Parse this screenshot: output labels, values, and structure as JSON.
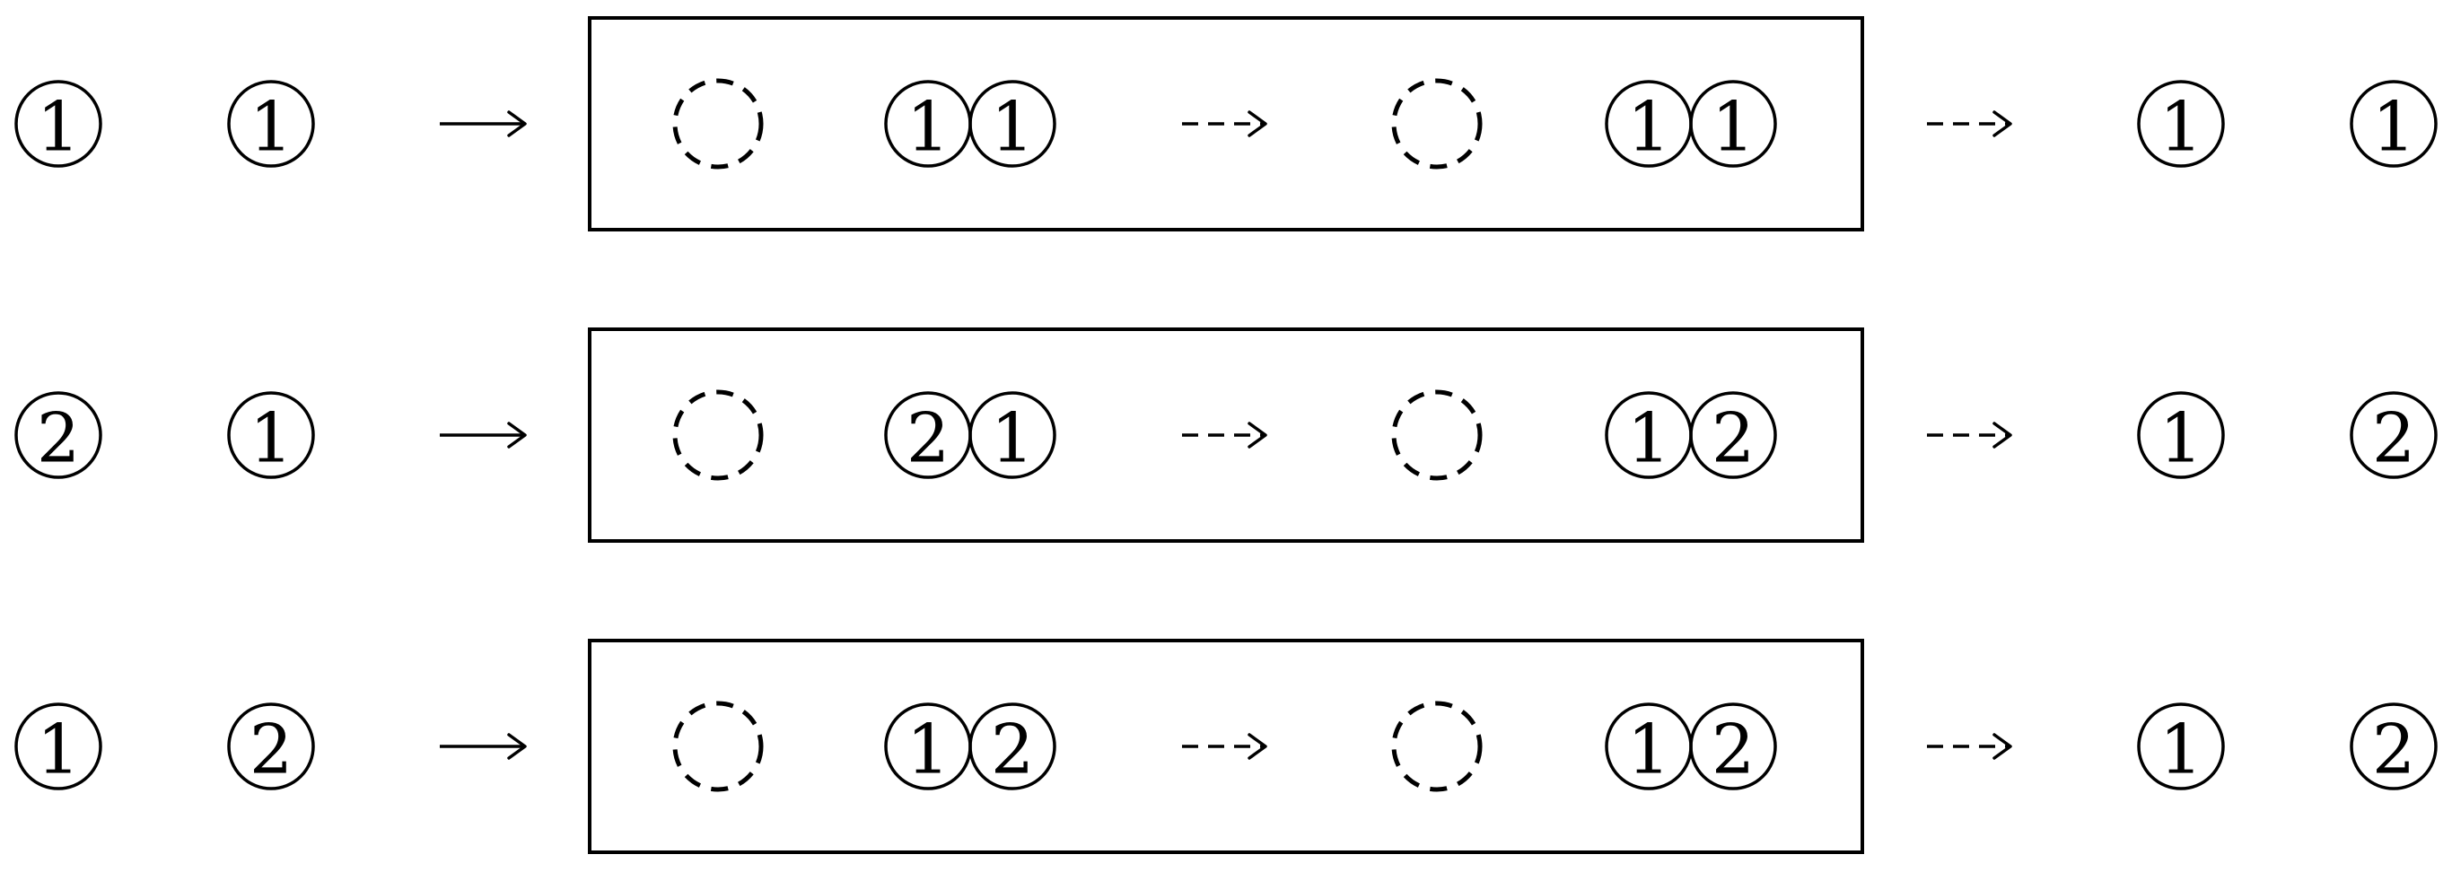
{
  "rows": [
    {
      "input": [
        "1",
        "1"
      ],
      "merged": [
        "1",
        "1"
      ],
      "merged_after": [
        "1",
        "1"
      ],
      "output": [
        "1",
        "1"
      ]
    },
    {
      "input": [
        "2",
        "1"
      ],
      "merged": [
        "2",
        "1"
      ],
      "merged_after": [
        "1",
        "2"
      ],
      "output": [
        "1",
        "2"
      ]
    },
    {
      "input": [
        "1",
        "2"
      ],
      "merged": [
        "1",
        "2"
      ],
      "merged_after": [
        "1",
        "2"
      ],
      "output": [
        "1",
        "2"
      ]
    }
  ]
}
